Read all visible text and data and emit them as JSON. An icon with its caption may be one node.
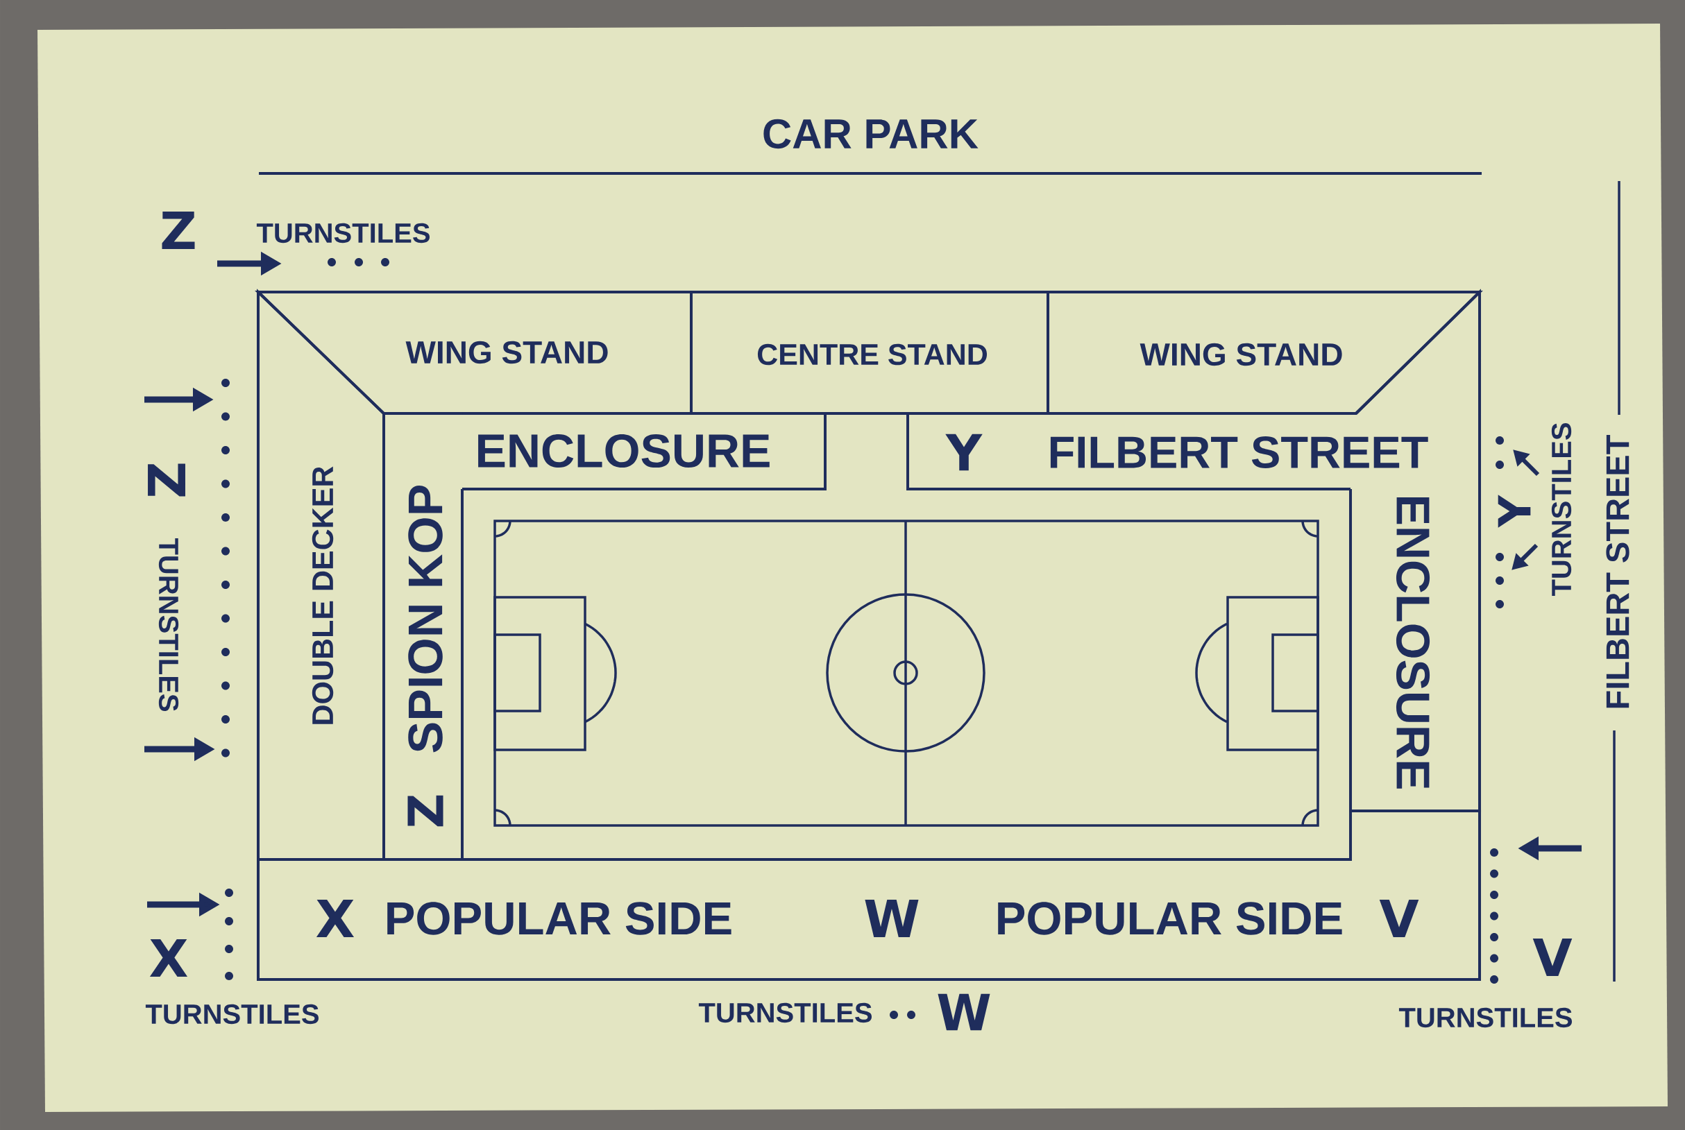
{
  "diagram": {
    "nodes": [
      {
        "text": [
          "WING STAND"
        ]
      },
      {
        "text": [
          "CENTRE STAND"
        ]
      },
      {
        "text": [
          "WING STAND"
        ]
      },
      {
        "text": [
          "ENCLOSURE"
        ]
      },
      {
        "text": [
          "Y",
          "FILBERT STREET"
        ]
      },
      {
        "text": [
          "DOUBLE DECKER"
        ]
      },
      {
        "text": [
          "Z",
          "SPION KOP"
        ]
      },
      {
        "text": [
          "ENCLOSURE"
        ]
      },
      {
        "text": [
          "X",
          "POPULAR SIDE",
          "W",
          "POPULAR SIDE",
          "V"
        ]
      }
    ],
    "labels": [
      "CAR PARK",
      "Z",
      "TURNSTILES",
      "Z",
      "TURNSTILES",
      "Y",
      "TURNSTILES",
      "FILBERT STREET",
      "X",
      "V",
      "TURNSTILES",
      "TURNSTILES",
      "W",
      "TURNSTILES"
    ]
  }
}
